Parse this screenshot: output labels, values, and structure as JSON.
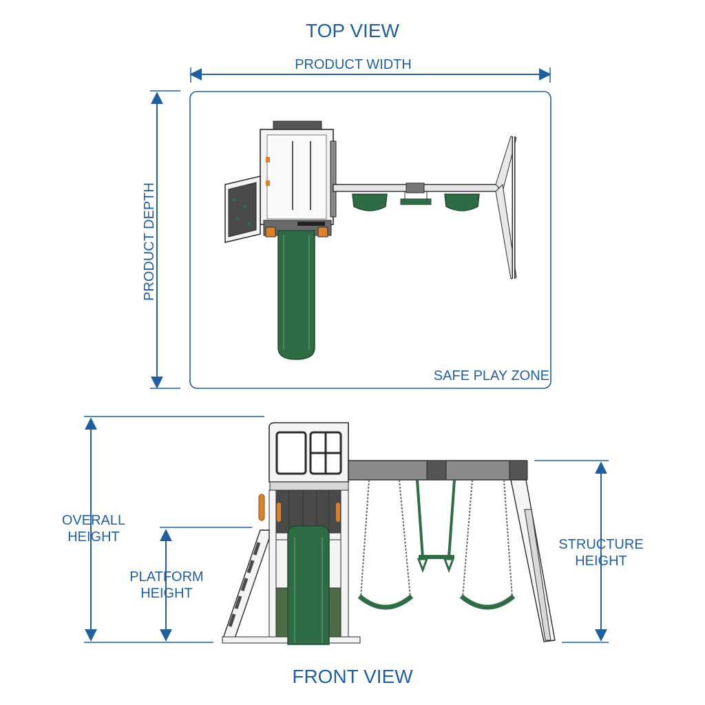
{
  "top_view": {
    "title": "TOP VIEW",
    "width_label": "PRODUCT WIDTH",
    "depth_label": "PRODUCT DEPTH",
    "zone_label": "SAFE PLAY ZONE"
  },
  "front_view": {
    "title": "FRONT VIEW",
    "overall_height_label": [
      "OVERALL",
      "HEIGHT"
    ],
    "platform_height_label": [
      "PLATFORM",
      "HEIGHT"
    ],
    "structure_height_label": [
      "STRUCTURE",
      "HEIGHT"
    ]
  },
  "colors": {
    "dimension_blue": "#1f5f9e",
    "slide_green": "#2f6b45",
    "frame_white": "#f4f4f4",
    "outline": "#2a2a2a",
    "dark_panel": "#4a4a4a",
    "accent_orange": "#d9822b",
    "beam_gray": "#8a8a8a"
  }
}
